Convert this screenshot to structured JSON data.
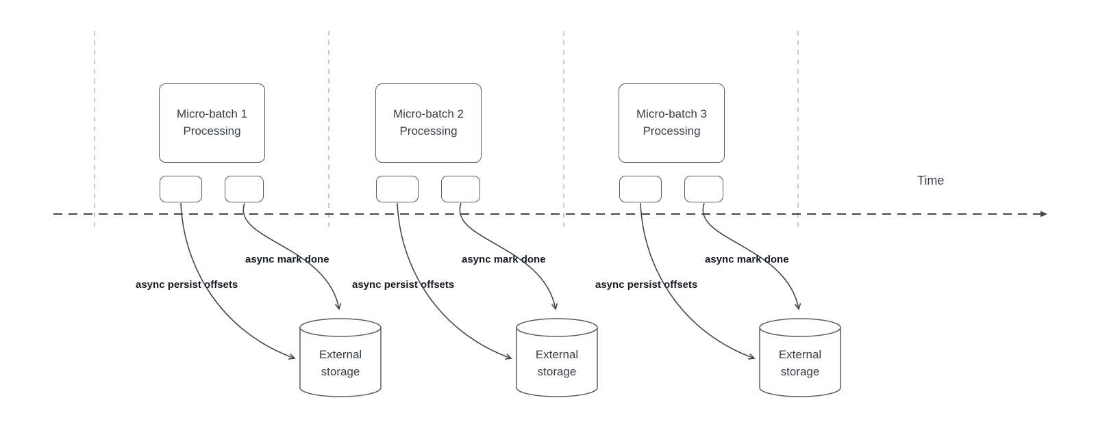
{
  "diagram": {
    "time_label": "Time",
    "labels": {
      "persist": "async persist offsets",
      "mark_done": "async mark done"
    },
    "batches": [
      {
        "line1": "Micro-batch 1",
        "line2": "Processing"
      },
      {
        "line1": "Micro-batch 2",
        "line2": "Processing"
      },
      {
        "line1": "Micro-batch 3",
        "line2": "Processing"
      }
    ],
    "storage": {
      "line1": "External",
      "line2": "storage"
    },
    "colors": {
      "shape_stroke": "#545b64",
      "connector": "#40464e",
      "guide": "#c8c8c8",
      "box_text": "#383e45",
      "label_text": "#16191f"
    }
  }
}
